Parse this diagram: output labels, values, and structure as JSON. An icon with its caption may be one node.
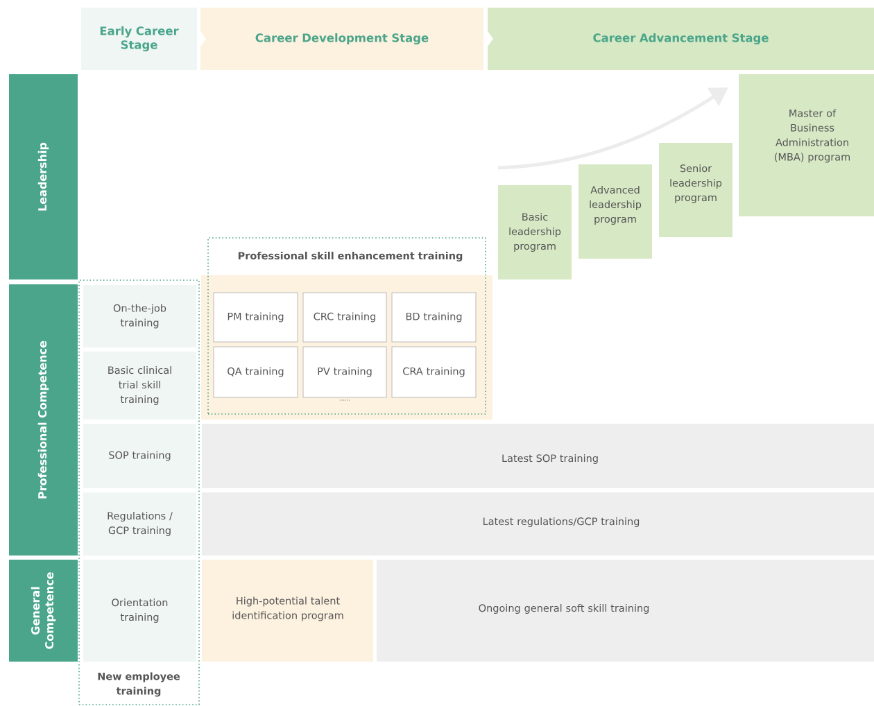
{
  "diagram": {
    "nodes": [
      {
        "text": [
          "Early Career Stage"
        ]
      },
      {
        "text": [
          "Career Development Stage"
        ]
      },
      {
        "text": [
          "Career Advancement Stage"
        ]
      },
      {
        "text": [
          "Leadership"
        ]
      },
      {
        "text": [
          "Professional Competence"
        ]
      },
      {
        "text": [
          "General Competence"
        ]
      },
      {
        "text": [
          "New employee training"
        ]
      },
      {
        "text": [
          "On-the-job training"
        ],
        "in": 6
      },
      {
        "text": [
          "Basic clinical trial skill training"
        ],
        "in": 6
      },
      {
        "text": [
          "SOP training"
        ],
        "in": 6
      },
      {
        "text": [
          "Regulations / GCP training"
        ],
        "in": 6
      },
      {
        "text": [
          "Orientation training"
        ],
        "in": 6
      },
      {
        "text": [
          "Professional skill enhancement training"
        ]
      },
      {
        "text": [
          "PM training"
        ],
        "in": 12
      },
      {
        "text": [
          "CRC training"
        ],
        "in": 12
      },
      {
        "text": [
          "BD training"
        ],
        "in": 12
      },
      {
        "text": [
          "QA training"
        ],
        "in": 12
      },
      {
        "text": [
          "PV training"
        ],
        "in": 12,
        "beside": [
          "......"
        ]
      },
      {
        "text": [
          "CRA training"
        ],
        "in": 12
      },
      {
        "text": [
          "Latest SOP training"
        ]
      },
      {
        "text": [
          "Latest regulations/GCP training"
        ]
      },
      {
        "text": [
          "High-potential talent identification program"
        ]
      },
      {
        "text": [
          "Ongoing general soft skill training"
        ]
      },
      {
        "text": [
          "Basic leadership program"
        ]
      },
      {
        "text": [
          "Advanced leadership program"
        ]
      },
      {
        "text": [
          "Senior leadership program"
        ]
      },
      {
        "text": [
          "Master of Business Administration (MBA) program"
        ]
      }
    ]
  }
}
